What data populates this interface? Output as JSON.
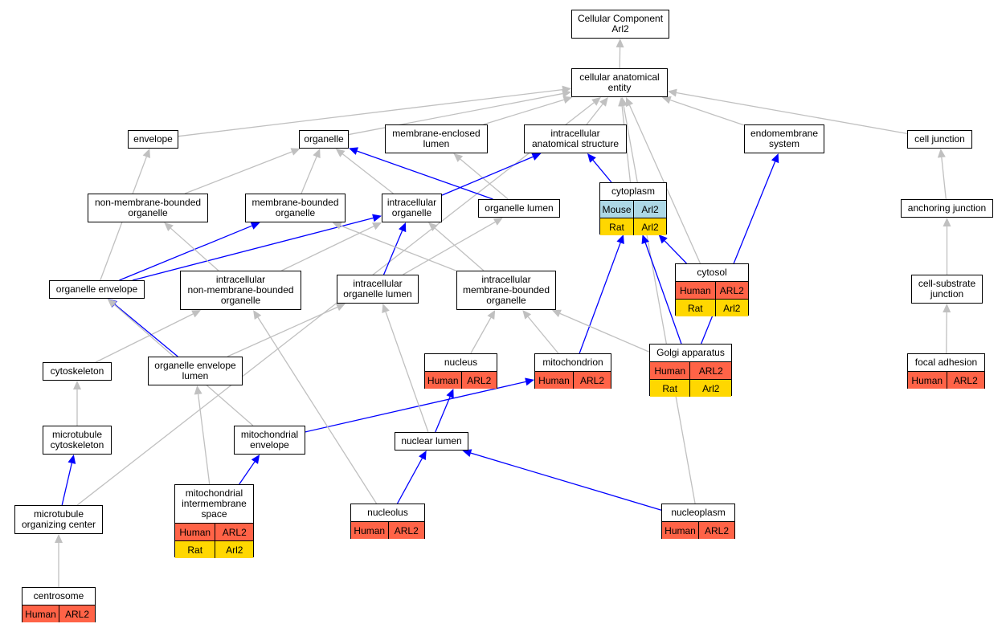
{
  "colors": {
    "blue_edge": "#0000ff",
    "gray_edge": "#c0c0c0",
    "human": "#ff6347",
    "rat": "#ffd700",
    "mouse": "#add8e6"
  },
  "nodes": {
    "cc_root": {
      "label": "Cellular Component\nArl2"
    },
    "cae": {
      "label": "cellular anatomical\nentity"
    },
    "envelope": {
      "label": "envelope"
    },
    "organelle": {
      "label": "organelle"
    },
    "mem_encl_lumen": {
      "label": "membrane-enclosed\nlumen"
    },
    "intra_anat": {
      "label": "intracellular\nanatomical structure"
    },
    "endomembrane": {
      "label": "endomembrane\nsystem"
    },
    "cell_junction": {
      "label": "cell junction"
    },
    "non_mem_org": {
      "label": "non-membrane-bounded\norganelle"
    },
    "mem_org": {
      "label": "membrane-bounded\norganelle"
    },
    "intra_org": {
      "label": "intracellular\norganelle"
    },
    "org_lumen": {
      "label": "organelle lumen"
    },
    "cytoplasm": {
      "label": "cytoplasm",
      "annotations": [
        {
          "species": "Mouse",
          "gene": "Arl2"
        },
        {
          "species": "Rat",
          "gene": "Arl2"
        }
      ]
    },
    "anchoring": {
      "label": "anchoring junction"
    },
    "org_env": {
      "label": "organelle envelope"
    },
    "intra_nonmem": {
      "label": "intracellular\nnon-membrane-bounded\norganelle"
    },
    "intra_org_lumen": {
      "label": "intracellular\norganelle lumen"
    },
    "intra_mem": {
      "label": "intracellular\nmembrane-bounded\norganelle"
    },
    "cytosol": {
      "label": "cytosol",
      "annotations": [
        {
          "species": "Human",
          "gene": "ARL2"
        },
        {
          "species": "Rat",
          "gene": "Arl2"
        }
      ]
    },
    "cell_substrate": {
      "label": "cell-substrate\njunction"
    },
    "cytoskeleton": {
      "label": "cytoskeleton"
    },
    "org_env_lumen": {
      "label": "organelle envelope\nlumen"
    },
    "nucleus": {
      "label": "nucleus",
      "annotations": [
        {
          "species": "Human",
          "gene": "ARL2"
        }
      ]
    },
    "mitochondrion": {
      "label": "mitochondrion",
      "annotations": [
        {
          "species": "Human",
          "gene": "ARL2"
        }
      ]
    },
    "golgi": {
      "label": "Golgi apparatus",
      "annotations": [
        {
          "species": "Human",
          "gene": "ARL2"
        },
        {
          "species": "Rat",
          "gene": "Arl2"
        }
      ]
    },
    "focal_adhesion": {
      "label": "focal adhesion",
      "annotations": [
        {
          "species": "Human",
          "gene": "ARL2"
        }
      ]
    },
    "mt_cytoskeleton": {
      "label": "microtubule\ncytoskeleton"
    },
    "mito_env": {
      "label": "mitochondrial\nenvelope"
    },
    "nuclear_lumen": {
      "label": "nuclear lumen"
    },
    "mtoc": {
      "label": "microtubule\norganizing center"
    },
    "mito_ims": {
      "label": "mitochondrial\nintermembrane\nspace",
      "annotations": [
        {
          "species": "Human",
          "gene": "ARL2"
        },
        {
          "species": "Rat",
          "gene": "Arl2"
        }
      ]
    },
    "nucleolus": {
      "label": "nucleolus",
      "annotations": [
        {
          "species": "Human",
          "gene": "ARL2"
        }
      ]
    },
    "nucleoplasm": {
      "label": "nucleoplasm",
      "annotations": [
        {
          "species": "Human",
          "gene": "ARL2"
        }
      ]
    },
    "centrosome": {
      "label": "centrosome",
      "annotations": [
        {
          "species": "Human",
          "gene": "ARL2"
        }
      ]
    }
  },
  "edges": [
    {
      "from": "cae",
      "to": "cc_root",
      "color": "gray"
    },
    {
      "from": "envelope",
      "to": "cae",
      "color": "gray"
    },
    {
      "from": "organelle",
      "to": "cae",
      "color": "gray"
    },
    {
      "from": "mem_encl_lumen",
      "to": "cae",
      "color": "gray"
    },
    {
      "from": "intra_anat",
      "to": "cae",
      "color": "gray"
    },
    {
      "from": "endomembrane",
      "to": "cae",
      "color": "gray"
    },
    {
      "from": "cell_junction",
      "to": "cae",
      "color": "gray"
    },
    {
      "from": "cytoplasm",
      "to": "cae",
      "color": "gray"
    },
    {
      "from": "cytosol",
      "to": "cae",
      "color": "gray"
    },
    {
      "from": "nucleoplasm",
      "to": "cae",
      "color": "gray"
    },
    {
      "from": "mtoc",
      "to": "cae",
      "color": "gray"
    },
    {
      "from": "non_mem_org",
      "to": "organelle",
      "color": "gray"
    },
    {
      "from": "mem_org",
      "to": "organelle",
      "color": "gray"
    },
    {
      "from": "intra_org",
      "to": "organelle",
      "color": "gray"
    },
    {
      "from": "org_lumen",
      "to": "organelle",
      "color": "blue"
    },
    {
      "from": "org_lumen",
      "to": "mem_encl_lumen",
      "color": "gray"
    },
    {
      "from": "intra_org",
      "to": "intra_anat",
      "color": "blue"
    },
    {
      "from": "cytoplasm",
      "to": "intra_anat",
      "color": "blue"
    },
    {
      "from": "golgi",
      "to": "endomembrane",
      "color": "blue"
    },
    {
      "from": "anchoring",
      "to": "cell_junction",
      "color": "gray"
    },
    {
      "from": "cell_substrate",
      "to": "anchoring",
      "color": "gray"
    },
    {
      "from": "focal_adhesion",
      "to": "cell_substrate",
      "color": "gray"
    },
    {
      "from": "org_env",
      "to": "envelope",
      "color": "gray"
    },
    {
      "from": "org_env",
      "to": "mem_org",
      "color": "blue"
    },
    {
      "from": "org_env",
      "to": "intra_org",
      "color": "blue"
    },
    {
      "from": "intra_nonmem",
      "to": "non_mem_org",
      "color": "gray"
    },
    {
      "from": "intra_nonmem",
      "to": "intra_org",
      "color": "gray"
    },
    {
      "from": "intra_org_lumen",
      "to": "intra_org",
      "color": "blue"
    },
    {
      "from": "intra_org_lumen",
      "to": "org_lumen",
      "color": "gray"
    },
    {
      "from": "intra_mem",
      "to": "mem_org",
      "color": "gray"
    },
    {
      "from": "intra_mem",
      "to": "intra_org",
      "color": "gray"
    },
    {
      "from": "cytosol",
      "to": "cytoplasm",
      "color": "blue"
    },
    {
      "from": "mitochondrion",
      "to": "cytoplasm",
      "color": "blue"
    },
    {
      "from": "golgi",
      "to": "cytoplasm",
      "color": "blue"
    },
    {
      "from": "cytoskeleton",
      "to": "intra_nonmem",
      "color": "gray"
    },
    {
      "from": "org_env_lumen",
      "to": "org_env",
      "color": "blue"
    },
    {
      "from": "org_env_lumen",
      "to": "intra_org_lumen",
      "color": "gray"
    },
    {
      "from": "nucleus",
      "to": "intra_mem",
      "color": "gray"
    },
    {
      "from": "mitochondrion",
      "to": "intra_mem",
      "color": "gray"
    },
    {
      "from": "golgi",
      "to": "intra_mem",
      "color": "gray"
    },
    {
      "from": "mt_cytoskeleton",
      "to": "cytoskeleton",
      "color": "gray"
    },
    {
      "from": "mito_env",
      "to": "org_env",
      "color": "gray"
    },
    {
      "from": "mito_env",
      "to": "mitochondrion",
      "color": "blue"
    },
    {
      "from": "nuclear_lumen",
      "to": "nucleus",
      "color": "blue"
    },
    {
      "from": "nuclear_lumen",
      "to": "intra_org_lumen",
      "color": "gray"
    },
    {
      "from": "mtoc",
      "to": "mt_cytoskeleton",
      "color": "blue"
    },
    {
      "from": "mito_ims",
      "to": "org_env_lumen",
      "color": "gray"
    },
    {
      "from": "mito_ims",
      "to": "mito_env",
      "color": "blue"
    },
    {
      "from": "nucleolus",
      "to": "nuclear_lumen",
      "color": "blue"
    },
    {
      "from": "nucleolus",
      "to": "intra_nonmem",
      "color": "gray"
    },
    {
      "from": "nucleoplasm",
      "to": "nuclear_lumen",
      "color": "blue"
    },
    {
      "from": "centrosome",
      "to": "mtoc",
      "color": "gray"
    }
  ]
}
